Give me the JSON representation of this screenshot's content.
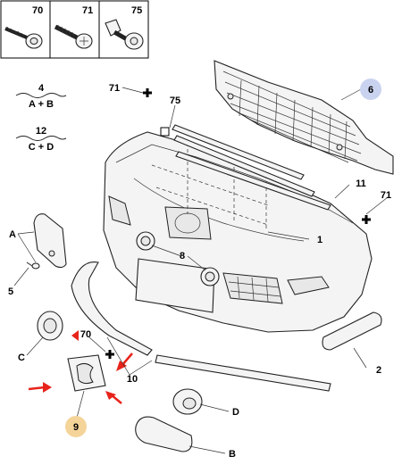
{
  "hardware_table": {
    "headers": [
      "70",
      "71",
      "75"
    ]
  },
  "legend": [
    {
      "top": "4",
      "bottom": "A + B"
    },
    {
      "top": "12",
      "bottom": "C + D"
    }
  ],
  "callouts": {
    "c1": "1",
    "c2": "2",
    "c5": "5",
    "c6": "6",
    "c8": "8",
    "c9": "9",
    "c10": "10",
    "c11": "11",
    "c70": "70",
    "c71_left": "71",
    "c71_right": "71",
    "c75": "75",
    "cA": "A",
    "cB": "B",
    "cC": "C",
    "cD": "D"
  },
  "colors": {
    "highlight_blue": "#c9d3f0",
    "highlight_orange": "#f5d49a",
    "arrow_red": "#e8231b"
  }
}
